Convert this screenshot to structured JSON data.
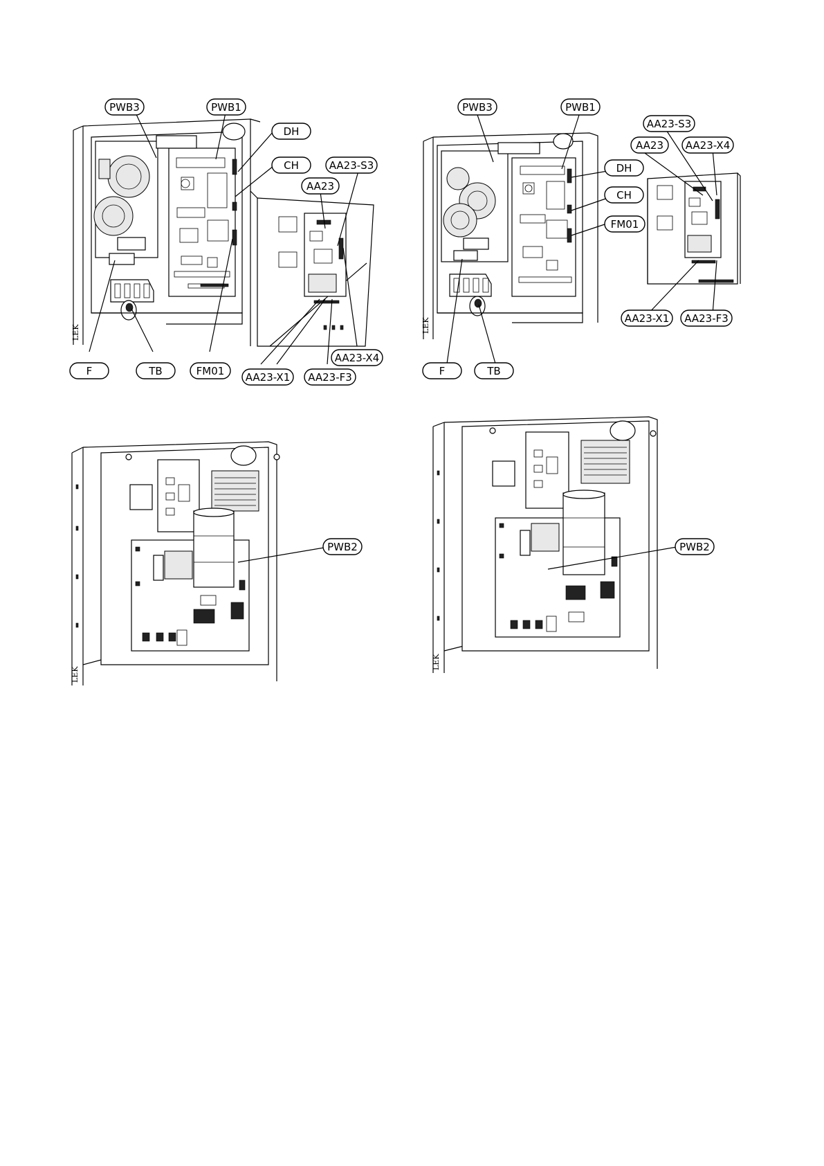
{
  "brand_mark": "LEK",
  "figures": [
    {
      "id": "fig-top-left",
      "callouts": [
        {
          "key": "pwb3",
          "label": "PWB3"
        },
        {
          "key": "pwb1",
          "label": "PWB1"
        },
        {
          "key": "dh",
          "label": "DH"
        },
        {
          "key": "ch",
          "label": "CH"
        },
        {
          "key": "aa23-s3",
          "label": "AA23-S3"
        },
        {
          "key": "aa23",
          "label": "AA23"
        },
        {
          "key": "aa23-x4",
          "label": "AA23-X4"
        },
        {
          "key": "f",
          "label": "F"
        },
        {
          "key": "tb",
          "label": "TB"
        },
        {
          "key": "fm01",
          "label": "FM01"
        },
        {
          "key": "aa23-x1",
          "label": "AA23-X1"
        },
        {
          "key": "aa23-f3",
          "label": "AA23-F3"
        }
      ]
    },
    {
      "id": "fig-top-right",
      "callouts": [
        {
          "key": "pwb3",
          "label": "PWB3"
        },
        {
          "key": "pwb1",
          "label": "PWB1"
        },
        {
          "key": "aa23-s3",
          "label": "AA23-S3"
        },
        {
          "key": "aa23",
          "label": "AA23"
        },
        {
          "key": "aa23-x4",
          "label": "AA23-X4"
        },
        {
          "key": "dh",
          "label": "DH"
        },
        {
          "key": "ch",
          "label": "CH"
        },
        {
          "key": "fm01",
          "label": "FM01"
        },
        {
          "key": "aa23-x1",
          "label": "AA23-X1"
        },
        {
          "key": "aa23-f3",
          "label": "AA23-F3"
        },
        {
          "key": "f",
          "label": "F"
        },
        {
          "key": "tb",
          "label": "TB"
        }
      ]
    },
    {
      "id": "fig-bottom-left",
      "callouts": [
        {
          "key": "pwb2",
          "label": "PWB2"
        }
      ]
    },
    {
      "id": "fig-bottom-right",
      "callouts": [
        {
          "key": "pwb2",
          "label": "PWB2"
        }
      ]
    }
  ]
}
